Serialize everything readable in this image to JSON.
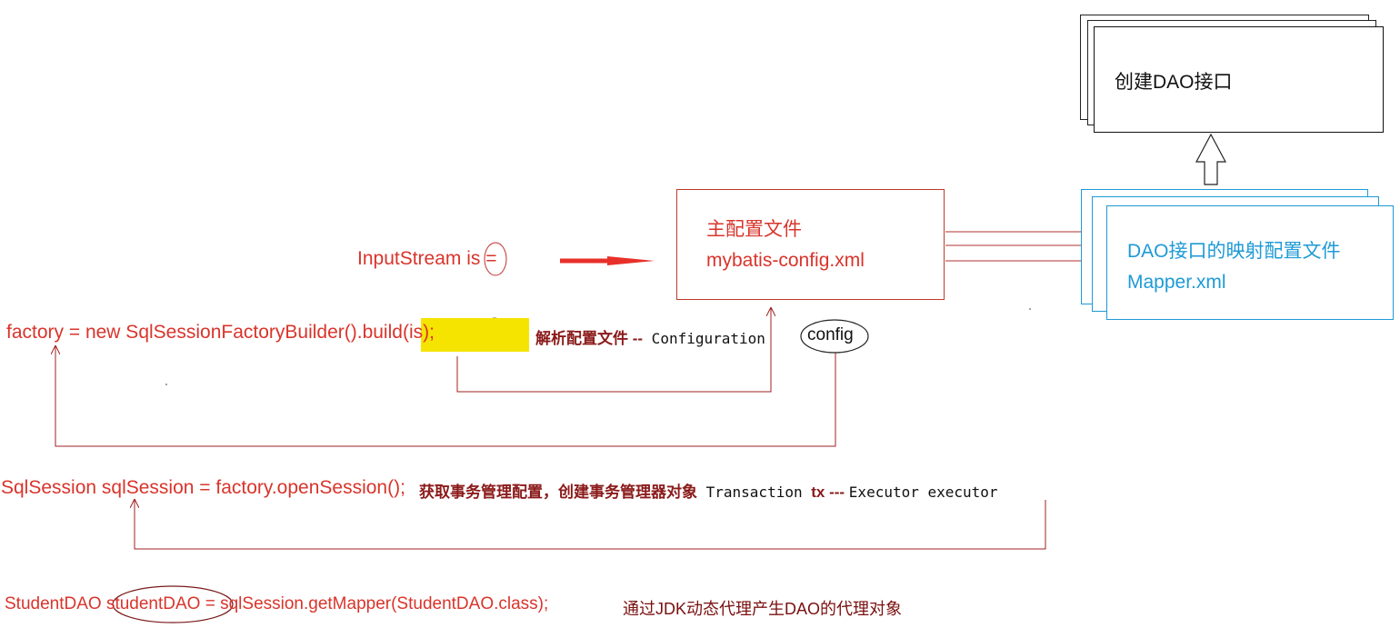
{
  "dao_interface": {
    "label": "创建DAO接口"
  },
  "main_config": {
    "title": "主配置文件",
    "filename": "mybatis-config.xml"
  },
  "mapper_config": {
    "title": "DAO接口的映射配置文件",
    "filename": "Mapper.xml"
  },
  "line_inputstream": {
    "prefix": "InputStream ",
    "var": "is",
    "suffix": " ="
  },
  "line_factory": {
    "prefix": "factory = new SqlSessionFactoryBuilder().",
    "method": "build",
    "paren_open": "(",
    "arg": "is",
    "paren_close": ");",
    "note": "解析配置文件 --",
    "class_name": " Configuration",
    "var": "config"
  },
  "line_session": {
    "code": "SqlSession sqlSession = factory.openSession();",
    "note": "获取事务管理配置，创建事务管理器对象",
    "tx_class": " Transaction ",
    "tx_var": "tx",
    "sep": " --- ",
    "executor": "Executor executor"
  },
  "line_dao": {
    "prefix": "StudentDAO ",
    "var": "studentDAO",
    "suffix": " = sqlSession.getMapper(StudentDAO.class);",
    "note": "通过JDK动态代理产生DAO的代理对象"
  },
  "colors": {
    "code_red": "#d9342b",
    "note_dark_red": "#8b1a1a",
    "mapper_blue": "#1e9ad6",
    "highlight": "#f5e400"
  }
}
